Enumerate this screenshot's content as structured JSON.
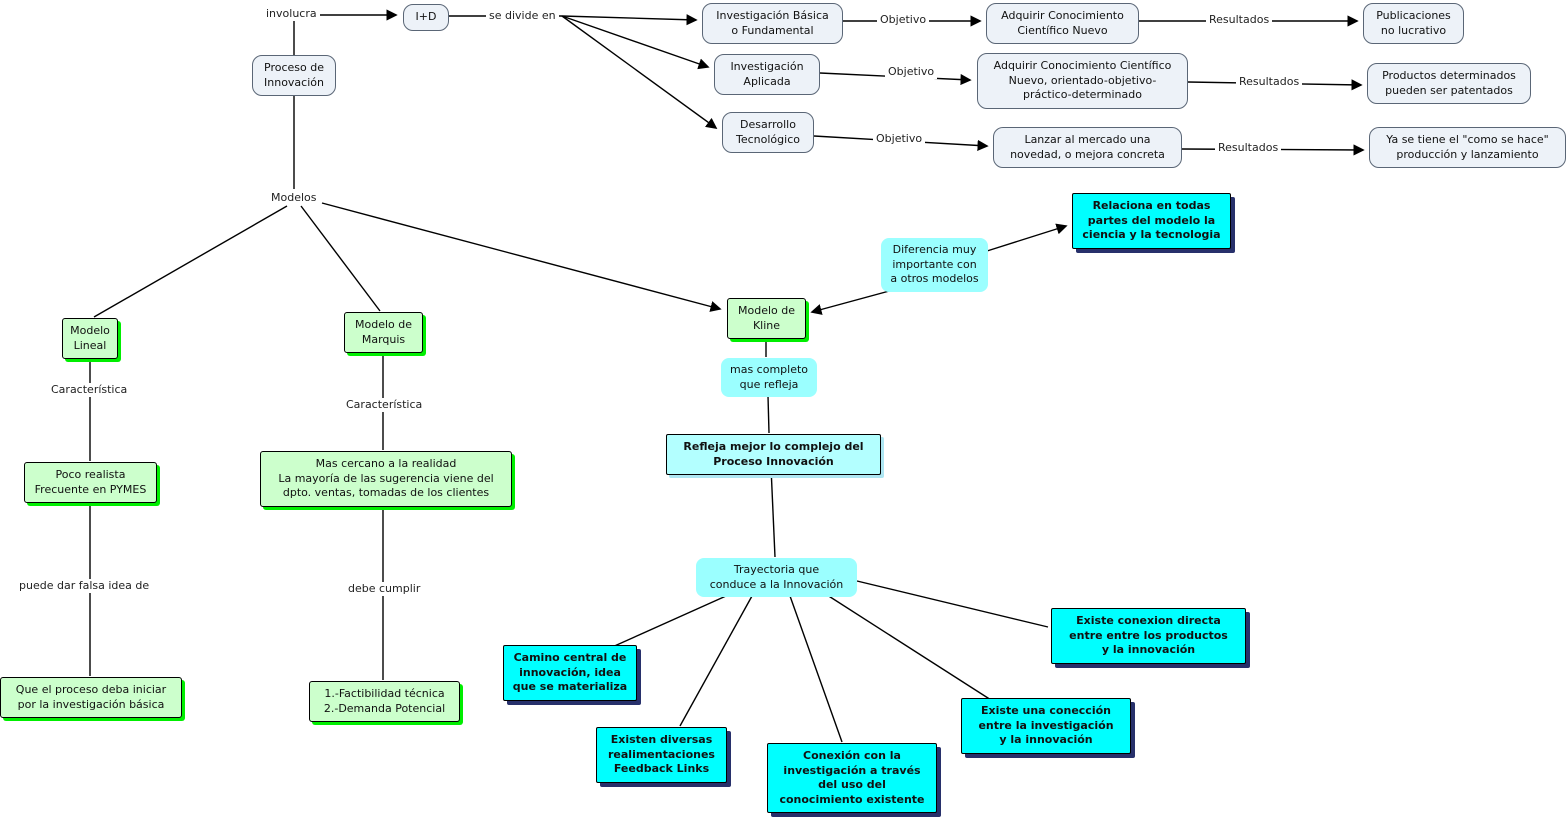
{
  "palette": {
    "node_default_bg": "#edf2f8",
    "node_green_bg": "#ccffcc",
    "green_shadow": "#00ee00",
    "cyan_light_bg": "#9bffff",
    "cyan_bright_bg": "#00ffff",
    "cyan_shadow": "#27306b",
    "line_color": "#000000"
  },
  "nodes": {
    "iyd": "I+D",
    "proceso": "Proceso de\nInnovación",
    "investigacion_basica": "Investigación Básica\no Fundamental",
    "investigacion_aplicada": "Investigación\nAplicada",
    "desarrollo_tecnologico": "Desarrollo\nTecnológico",
    "adquirir_conocimiento_nuevo": "Adquirir Conocimiento\nCientífico Nuevo",
    "adquirir_conocimiento_orientado": "Adquirir Conocimiento Científico\nNuevo, orientado-objetivo-\npráctico-determinado",
    "lanzar_mercado": "Lanzar al mercado una\nnovedad, o mejora concreta",
    "publicaciones": "Publicaciones\nno lucrativo",
    "productos_patentados": "Productos determinados\npueden ser patentados",
    "ya_se_tiene": "Ya se tiene el \"como se hace\"\nproducción y lanzamiento",
    "modelo_lineal": "Modelo\nLineal",
    "modelo_marquis": "Modelo de\nMarquis",
    "modelo_kline": "Modelo de\nKline",
    "poco_realista": "Poco realista\nFrecuente en PYMES",
    "mas_cercano": "Mas cercano a la realidad\nLa mayoría de las sugerencia viene del\ndpto. ventas, tomadas de los clientes",
    "proceso_inicia_investigacion": "Que el proceso deba iniciar\npor la investigación básica",
    "factibilidad": "1.-Factibilidad técnica\n2.-Demanda Potencial",
    "diferencia": "Diferencia muy\nimportante con\na otros modelos",
    "relaciona": "Relaciona en todas\npartes del modelo la\nciencia y la tecnologia",
    "mas_completo": "mas completo\nque refleja",
    "refleja_mejor": "Refleja mejor lo complejo del\nProceso Innovación",
    "trayectoria": "Trayectoria que\nconduce a la Innovación",
    "camino_central": "Camino central de\ninnovación, idea\nque se materializa",
    "feedback_links": "Existen diversas\nrealimentaciones\nFeedback Links",
    "conexion_conocimiento": "Conexión con la\ninvestigación a través\ndel uso del\nconocimiento existente",
    "coneccion_investigacion": "Existe una conección\nentre la investigación\ny la innovación",
    "conexion_directa": "Existe conexion directa\nentre entre los productos\ny la innovación"
  },
  "edge_labels": {
    "involucra": "involucra",
    "se_divide_en": "se divide en",
    "objetivo": "Objetivo",
    "resultados": "Resultados",
    "modelos": "Modelos",
    "caracteristica": "Característica",
    "puede_dar_falsa_idea": "puede dar falsa idea de",
    "debe_cumplir": "debe cumplir"
  }
}
